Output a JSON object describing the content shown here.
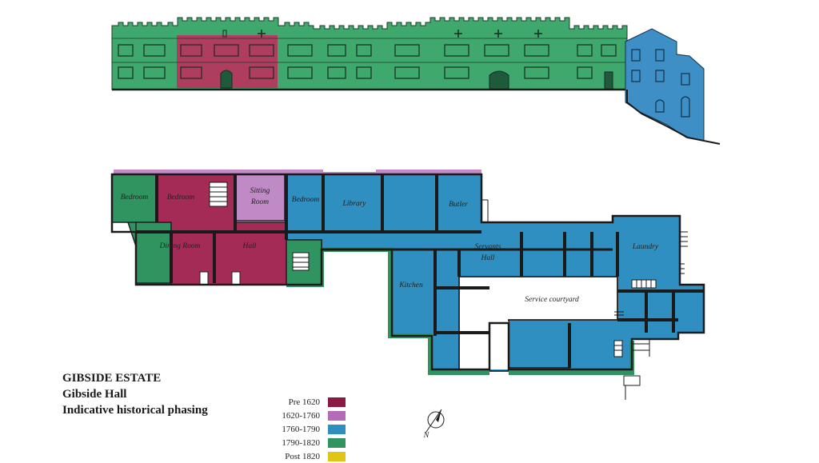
{
  "title": {
    "line1": "GIBSIDE ESTATE",
    "line2": "Gibside Hall",
    "line3": "Indicative historical phasing"
  },
  "legend": [
    {
      "label": "Pre 1620",
      "color": "#8a1a43"
    },
    {
      "label": "1620-1760",
      "color": "#b46bb8"
    },
    {
      "label": "1760-1790",
      "color": "#2e8fc0"
    },
    {
      "label": "1790-1820",
      "color": "#2f9460"
    },
    {
      "label": "Post 1820",
      "color": "#e0c418"
    }
  ],
  "rooms": {
    "bedroom_west": "Bedroom",
    "bedroom_center": "Bedroom",
    "sitting_room_1": "Sitting",
    "sitting_room_2": "Room",
    "bedroom_east": "Bedroom",
    "library": "Library",
    "butler": "Butler",
    "dining_room": "Dining Room",
    "hall": "Hall",
    "servants_hall_1": "Servants",
    "servants_hall_2": "Hall",
    "laundry": "Laundry",
    "kitchen": "Kitchen",
    "service_courtyard": "Service courtyard"
  },
  "north_label": "N"
}
